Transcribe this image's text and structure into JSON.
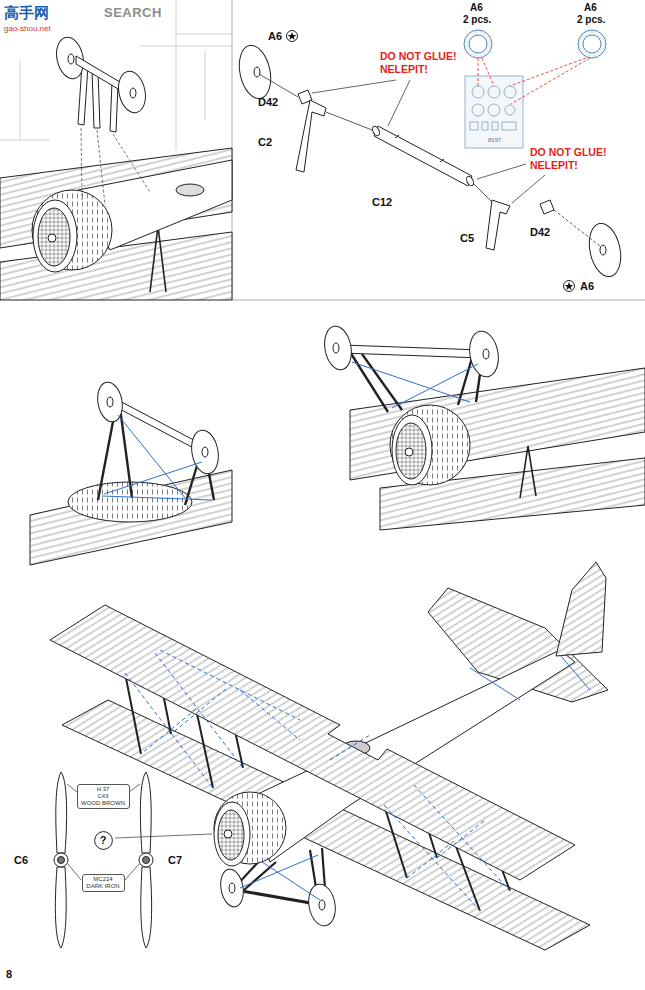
{
  "diagram": {
    "nodes": [
      {
        "text": [
          "H 37",
          "C43",
          "WOOD BROWN"
        ]
      },
      {
        "text": [
          "?"
        ]
      },
      {
        "text": [
          "MC214",
          "DARK IRON"
        ]
      }
    ],
    "labels": [
      "高手网",
      "SEARCH",
      "gao-shou.net",
      "A6",
      "DO NOT GLUE!",
      "NELEPIT!",
      "A6",
      "2 pcs.",
      "A6",
      "2 pcs.",
      "8197",
      "D42",
      "C2",
      "C12",
      "DO NOT GLUE!",
      "NELEPIT!",
      "D42",
      "C5",
      "A6",
      "C6",
      "C7",
      "8"
    ]
  }
}
